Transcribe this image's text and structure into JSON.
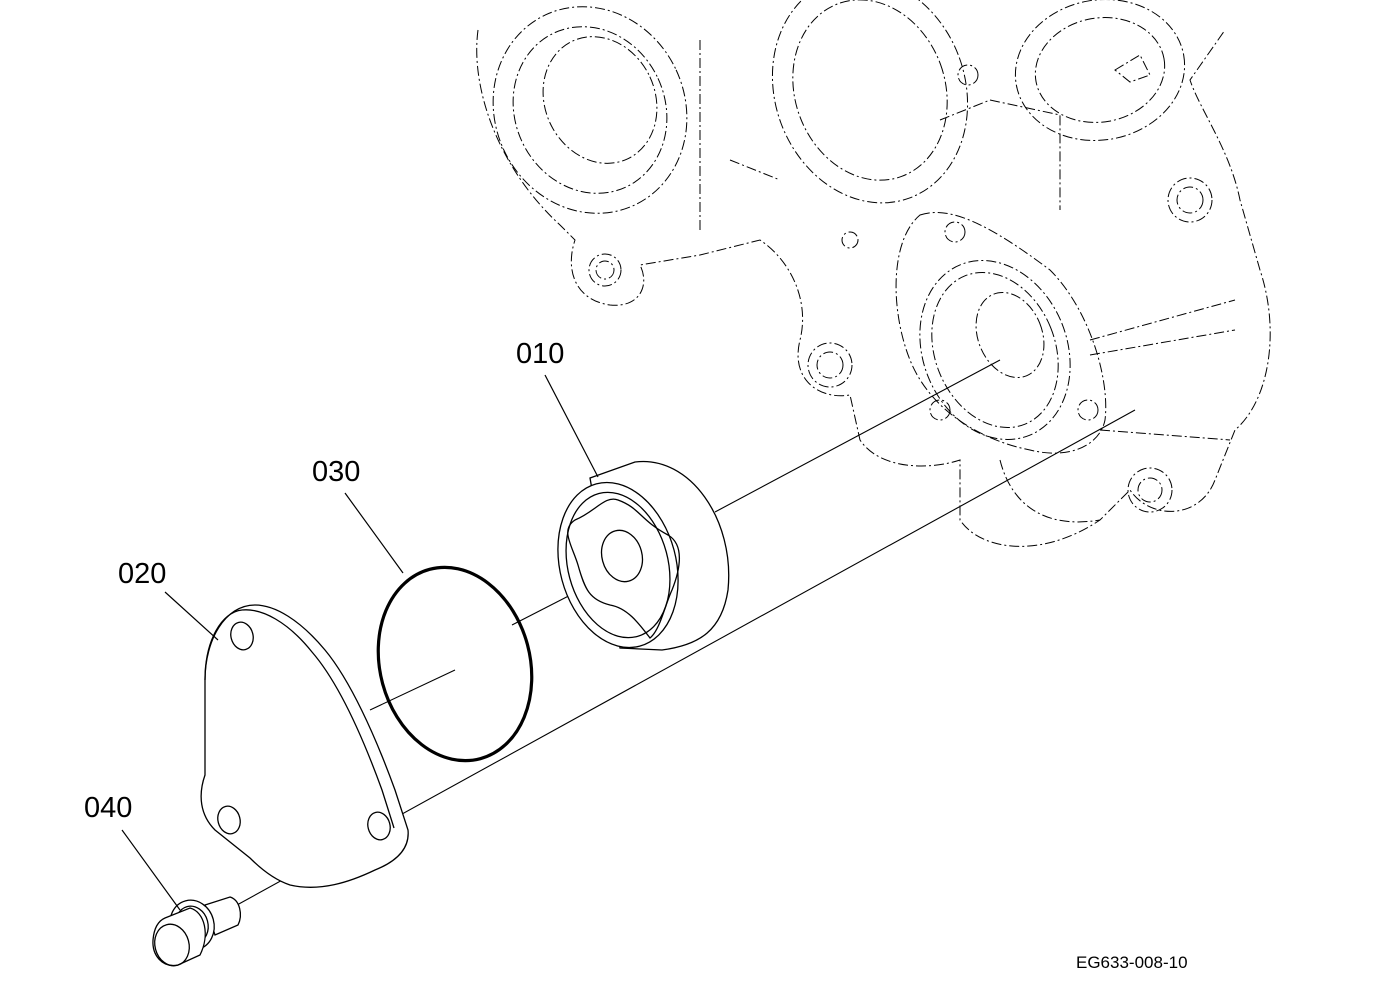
{
  "callouts": {
    "part_010": "010",
    "part_020": "020",
    "part_030": "030",
    "part_040": "040"
  },
  "drawing_id": "EG633-008-10"
}
